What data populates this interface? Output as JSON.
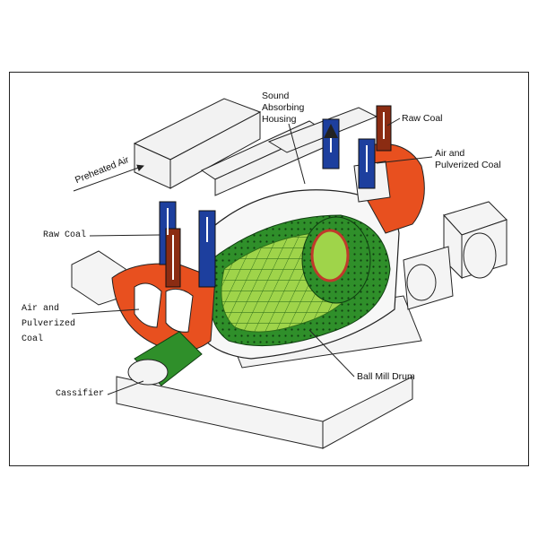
{
  "labels": {
    "sound_housing": "Sound\nAbsorbing\nHousing",
    "raw_coal_right": "Raw Coal",
    "air_pc_right": "Air and\nPulverized Coal",
    "preheated_air": "Preheated Air",
    "raw_coal_left": "Raw Coal",
    "air_pc_left": "Air and\nPulverized\nCoal",
    "ball_mill_drum": "Ball Mill Drum",
    "cassifier": "Cassifier"
  },
  "colors": {
    "orange": "#e8501f",
    "blue": "#1d3f9e",
    "brown": "#8b2c12",
    "green_dark": "#2f8f2a",
    "green_light": "#9fd44a",
    "line": "#222222"
  }
}
